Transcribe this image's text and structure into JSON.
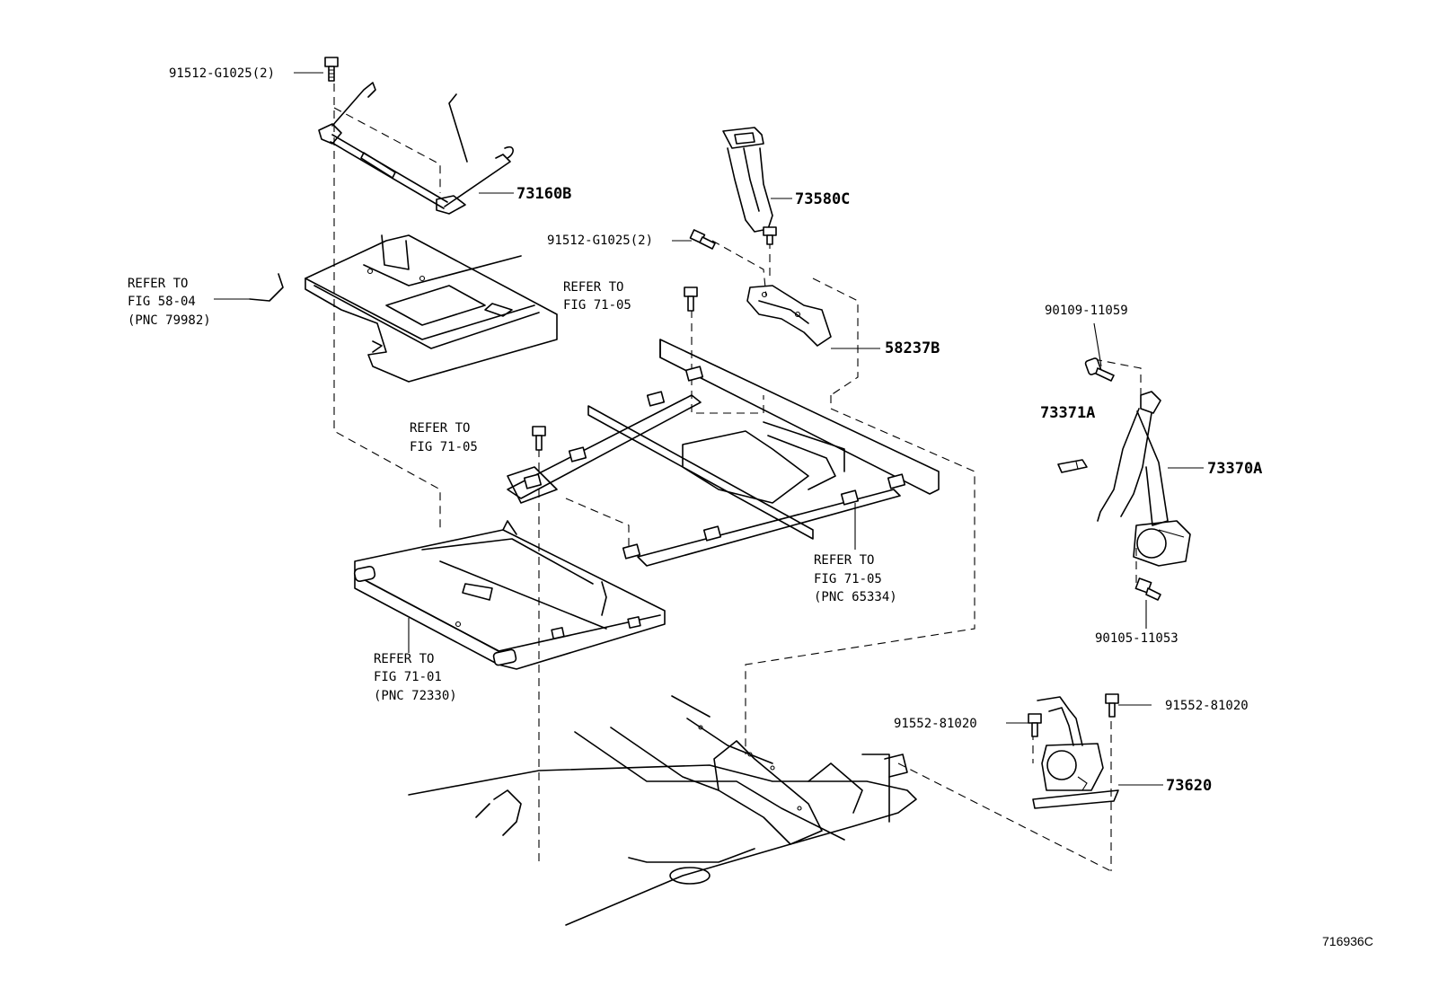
{
  "labels": {
    "bolt_top": "91512-G1025(2)",
    "bolt_mid": "91512-G1025(2)",
    "p73160b": "73160B",
    "p73580c": "73580C",
    "p58237b": "58237B",
    "p90109": "90109-11059",
    "p73371a": "73371A",
    "p73370a": "73370A",
    "p90105": "90105-11053",
    "p91552_left": "91552-81020",
    "p91552_right": "91552-81020",
    "p73620": "73620",
    "diagram_code": "716936C"
  },
  "refs": {
    "r58_04": [
      "REFER TO",
      "FIG 58-04",
      "(PNC 79982)"
    ],
    "r71_05_a": [
      "REFER TO",
      "FIG 71-05"
    ],
    "r71_05_b": [
      "REFER TO",
      "FIG 71-05"
    ],
    "r71_05_c": [
      "REFER TO",
      "FIG 71-05",
      "(PNC 65334)"
    ],
    "r71_01": [
      "REFER TO",
      "FIG 71-01",
      "(PNC 72330)"
    ]
  }
}
